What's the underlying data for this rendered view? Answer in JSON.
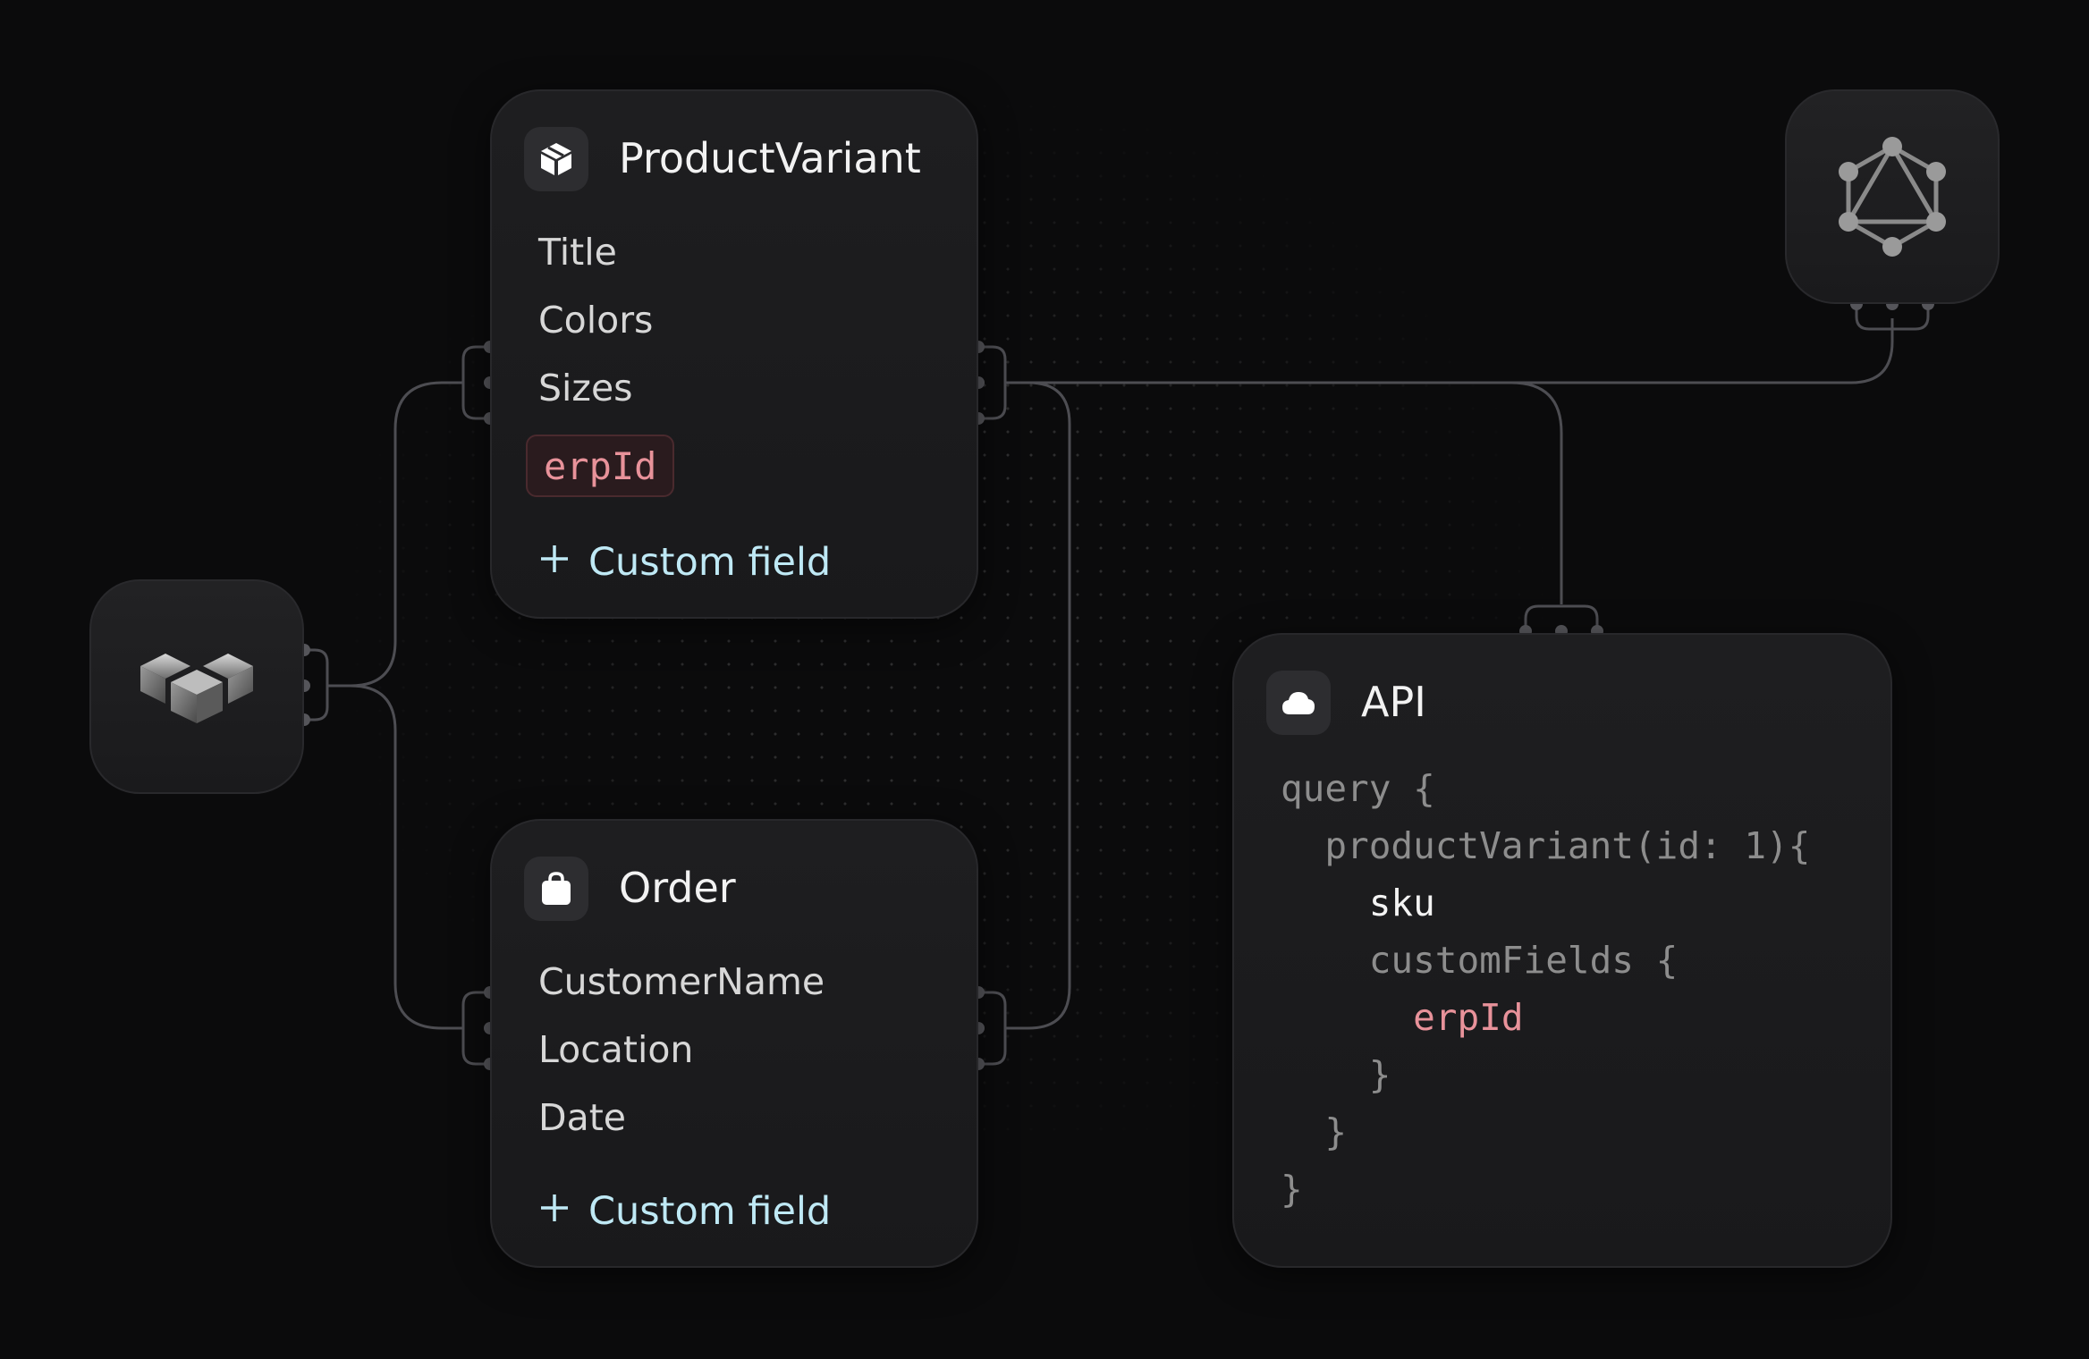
{
  "nodes": {
    "product_variant": {
      "title": "ProductVariant",
      "icon": "cube-icon",
      "fields": [
        "Title",
        "Colors",
        "Sizes"
      ],
      "highlighted_field": "erpId",
      "add_label": "Custom field"
    },
    "order": {
      "title": "Order",
      "icon": "shopping-bag-icon",
      "fields": [
        "CustomerName",
        "Location",
        "Date"
      ],
      "add_label": "Custom field"
    },
    "api": {
      "title": "API",
      "icon": "cloud-icon",
      "code": {
        "line1": "query {",
        "line2": "  productVariant(id: 1){",
        "line3": "sku",
        "line4": "customFields {",
        "line5": "erpId",
        "line6": "}",
        "line7": "}",
        "line8": "}"
      }
    }
  },
  "logos": {
    "left": "erp-cubes-logo-icon",
    "right": "graphql-logo-icon"
  },
  "colors": {
    "background": "#0b0b0c",
    "card": "#1c1c1e",
    "wire": "#4d4d52",
    "accent_pink": "#e8929a",
    "accent_cyan": "#bfe9f5"
  }
}
